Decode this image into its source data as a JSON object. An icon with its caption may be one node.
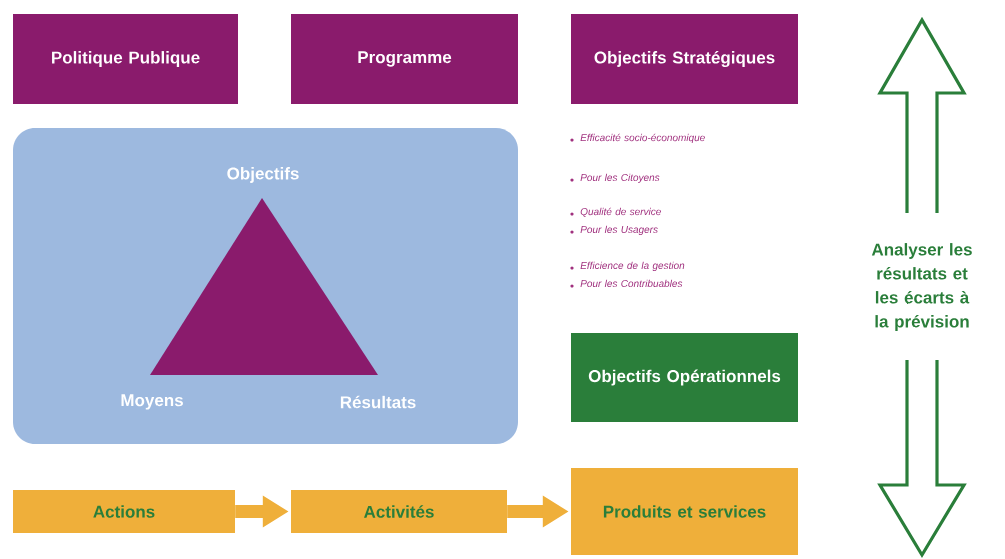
{
  "diagram": {
    "nodes": [
      {
        "text": [
          "Politique Publique"
        ]
      },
      {
        "text": [
          "Programme"
        ]
      },
      {
        "text": [
          "Objectifs Stratégiques"
        ]
      },
      {
        "text": [
          "Objectifs",
          "Moyens",
          "Résultats"
        ]
      },
      {
        "text": [
          "Objectifs Opérationnels"
        ]
      },
      {
        "text": [
          "Actions"
        ]
      },
      {
        "text": [
          "Activités"
        ]
      },
      {
        "text": [
          "Produits et services"
        ]
      }
    ],
    "edges": [
      {
        "from": 5,
        "to": 6,
        "arrow": "to"
      },
      {
        "from": 6,
        "to": 7,
        "arrow": "to"
      }
    ],
    "labels": [
      "Efficacité socio-économique",
      "Pour les Citoyens",
      "Qualité de service",
      "Pour les Usagers",
      "Efficience de la gestion",
      "Pour les Contribuables",
      "Analyser les résultats et les écarts à la prévision"
    ]
  }
}
